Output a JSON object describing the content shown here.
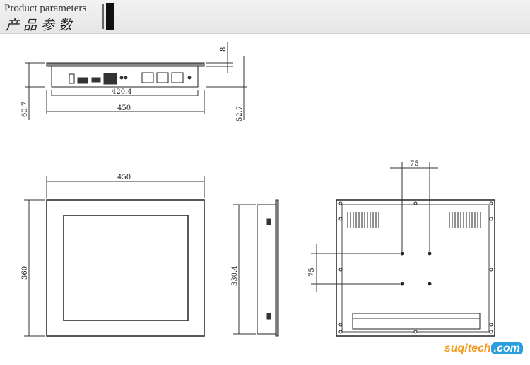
{
  "header": {
    "title_en": "Product parameters",
    "title_zh": "产品参数"
  },
  "dimensions": {
    "top_thickness": "8",
    "top_io_width": "420.4",
    "top_width": "450",
    "top_depth_left": "60.7",
    "top_depth_right": "52.7",
    "front_width": "450",
    "front_height": "360",
    "side_height": "330.4",
    "back_hole_h": "75",
    "back_hole_v": "75"
  },
  "watermark": {
    "part1": "suqitech",
    "part2": ".com"
  }
}
